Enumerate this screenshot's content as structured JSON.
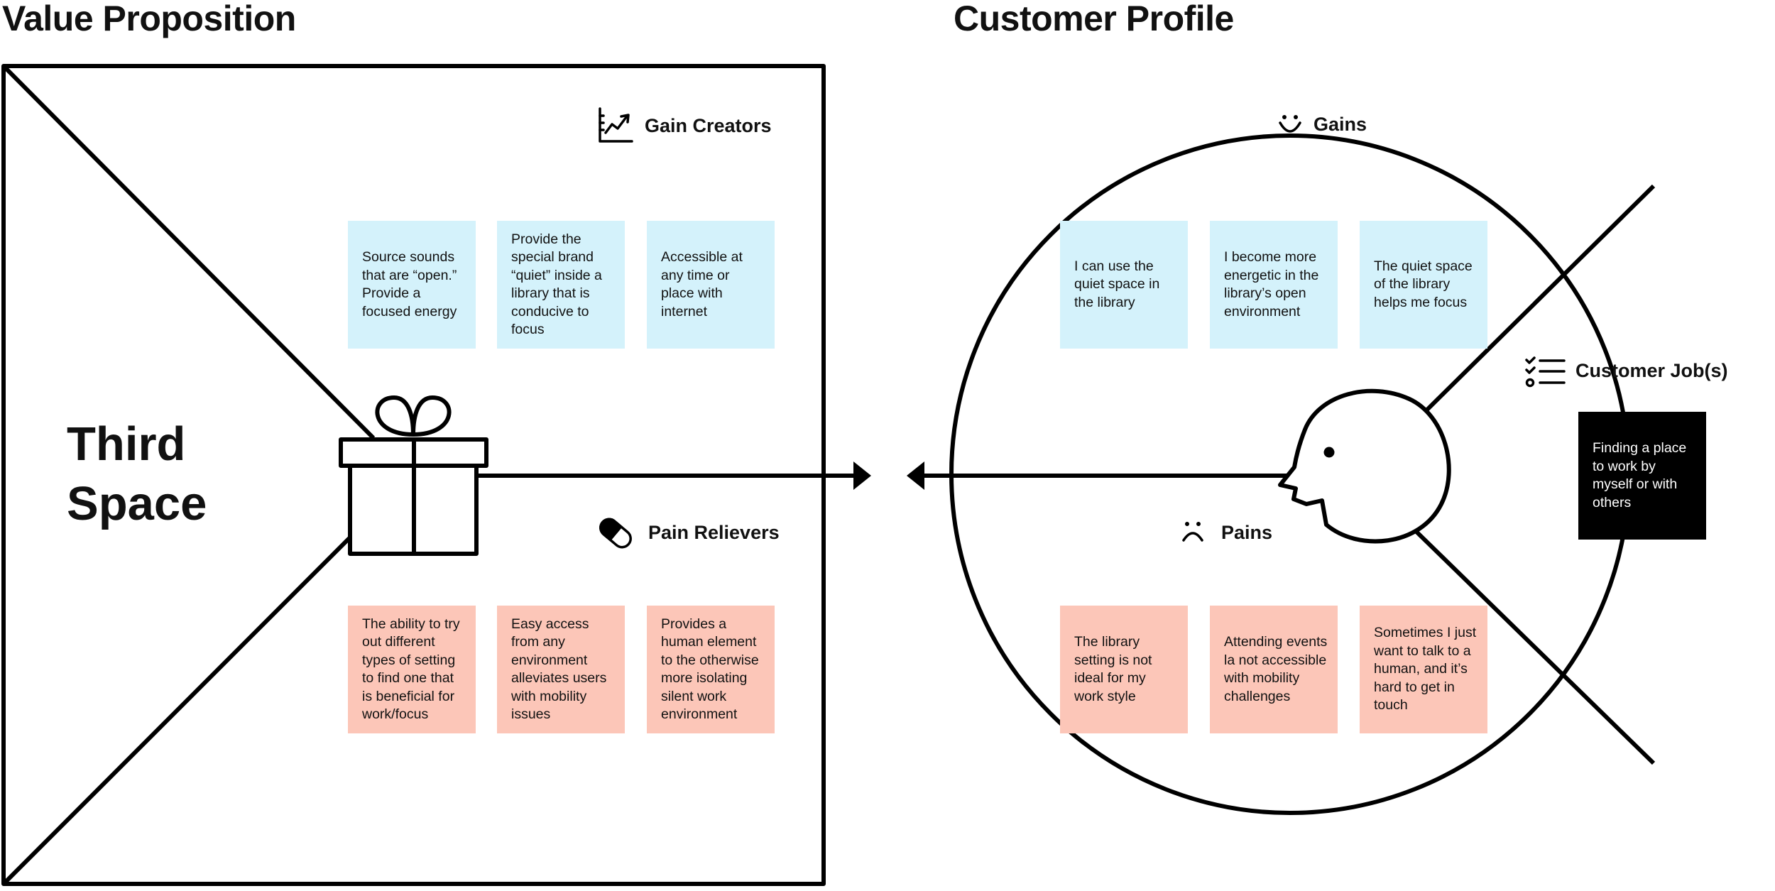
{
  "titles": {
    "value_proposition": "Value Proposition",
    "customer_profile": "Customer Profile"
  },
  "product_name": "Third Space",
  "value_proposition": {
    "gain_creators": {
      "label": "Gain Creators",
      "icon": "trending-chart-icon",
      "notes": [
        "Source sounds that are “open.” Provide a focused energy",
        "Provide the special brand “quiet” inside a library that is conducive to focus",
        "Accessible at any time or place with internet"
      ]
    },
    "pain_relievers": {
      "label": "Pain Relievers",
      "icon": "pill-icon",
      "notes": [
        "The ability to try out different types of setting to find one that is beneficial for work/focus",
        "Easy access from any environment alleviates users with mobility issues",
        "Provides a human element to the otherwise more isolating silent work environment"
      ]
    },
    "product_icon": "gift-icon"
  },
  "customer_profile": {
    "gains": {
      "label": "Gains",
      "icon": "smile-icon",
      "notes": [
        "I can use the quiet space in the library",
        "I become more energetic in the library’s open environment",
        "The quiet space of the library helps me focus"
      ]
    },
    "pains": {
      "label": "Pains",
      "icon": "frown-icon",
      "notes": [
        "The library setting is not ideal for my work style",
        "Attending events la not accessible with mobility challenges",
        "Sometimes I just want to talk to a human, and it’s hard to get in touch"
      ]
    },
    "jobs": {
      "label": "Customer Job(s)",
      "icon": "checklist-icon",
      "notes": [
        "Finding a place to work by myself or with others"
      ]
    },
    "customer_icon": "head-profile-icon"
  },
  "colors": {
    "gain_note": "#d4f2fb",
    "pain_note": "#fcc6b8",
    "job_note": "#000000",
    "line": "#000000"
  }
}
